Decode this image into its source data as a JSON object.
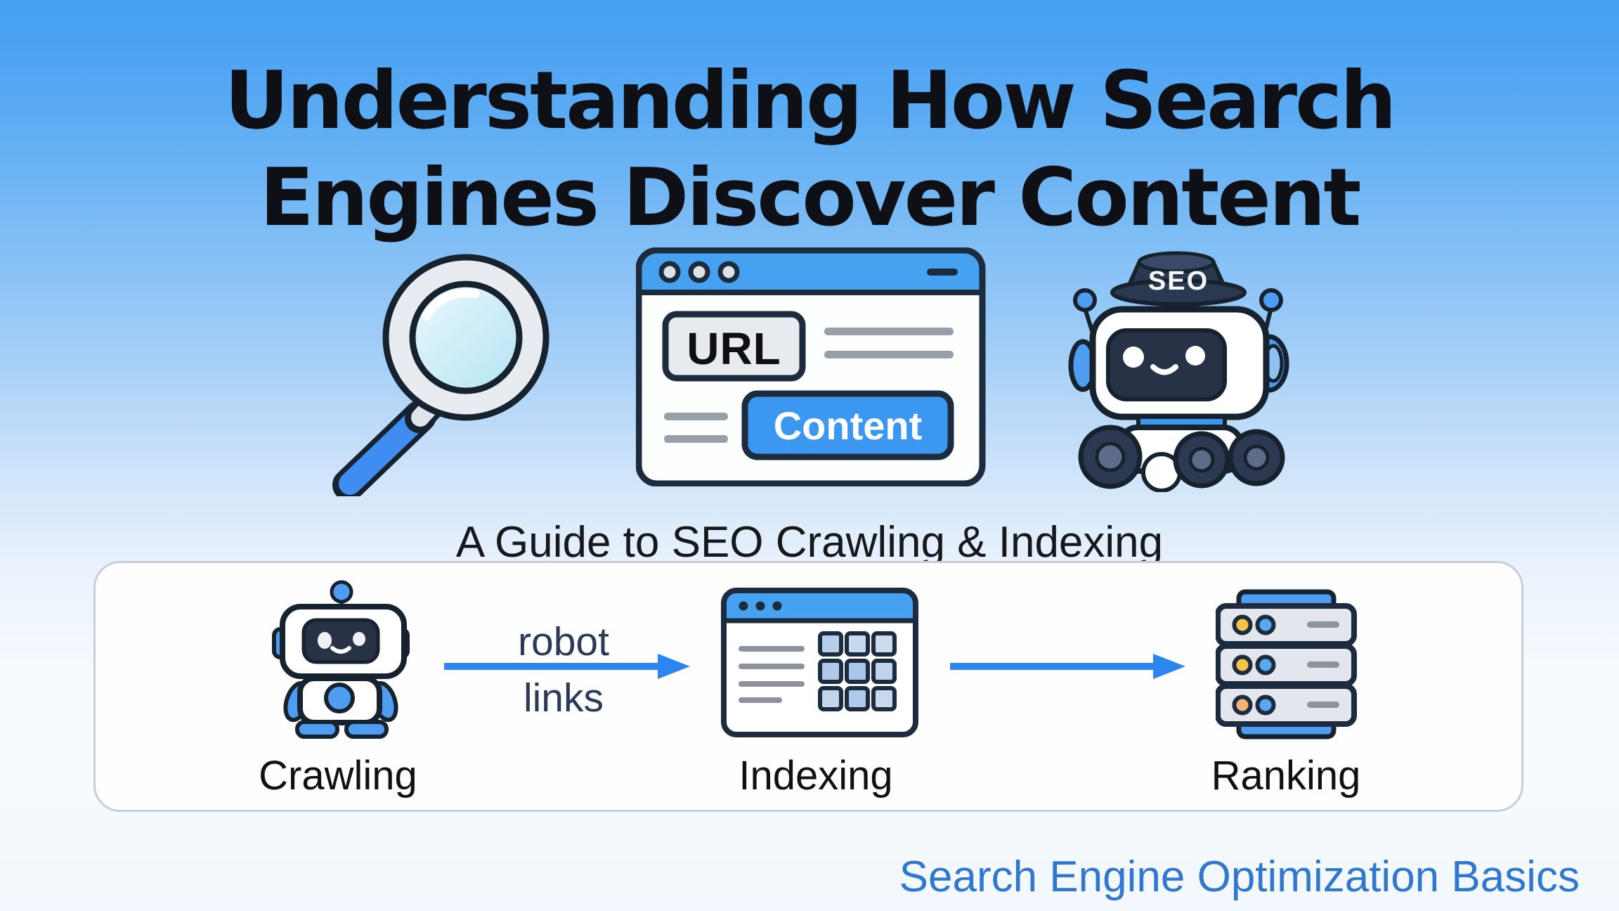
{
  "page": {
    "title_line1": "Understanding How Search",
    "title_line2": "Engines Discover Content",
    "subtitle": "A Guide to SEO Crawling & Indexing",
    "footer": "Search Engine Optimization Basics"
  },
  "hero": {
    "magnifier_icon": "magnifying-glass-icon",
    "browser": {
      "icon": "browser-window-icon",
      "url_label": "URL",
      "content_label": "Content"
    },
    "robot": {
      "icon": "seo-robot-icon",
      "hat_label": "SEO"
    }
  },
  "flow": {
    "steps": [
      {
        "label": "Crawling",
        "icon": "crawler-robot-icon"
      },
      {
        "label": "Indexing",
        "icon": "index-table-window-icon"
      },
      {
        "label": "Ranking",
        "icon": "server-stack-icon"
      }
    ],
    "arrow_label_top": "robot",
    "arrow_label_bottom": "links"
  },
  "colors": {
    "accent_blue": "#2b87ef",
    "illustration_blue": "#4f9df0",
    "outline_navy": "#16222e",
    "title_color": "#0e1015",
    "footer_blue": "#2f78cd",
    "box_border": "#c9ced6"
  }
}
